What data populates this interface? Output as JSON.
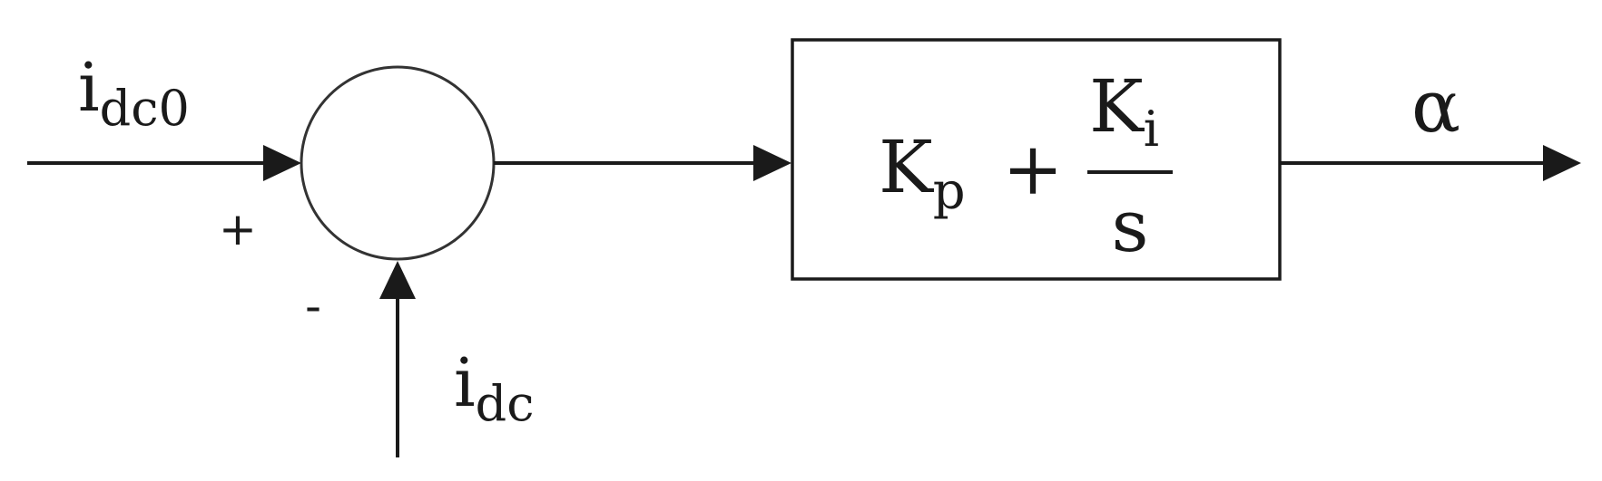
{
  "inputs": {
    "reference": {
      "symbol": "i",
      "subscript": "dc0",
      "sign": "+"
    },
    "feedback": {
      "symbol": "i",
      "subscript": "dc",
      "sign": "-"
    }
  },
  "controller": {
    "proportional": {
      "symbol": "K",
      "subscript": "p"
    },
    "operator": "+",
    "integral": {
      "numerator": {
        "symbol": "K",
        "subscript": "i"
      },
      "denominator": "s"
    }
  },
  "output": {
    "symbol": "α"
  },
  "colors": {
    "line": "#1a1a1a",
    "background": "#ffffff"
  }
}
